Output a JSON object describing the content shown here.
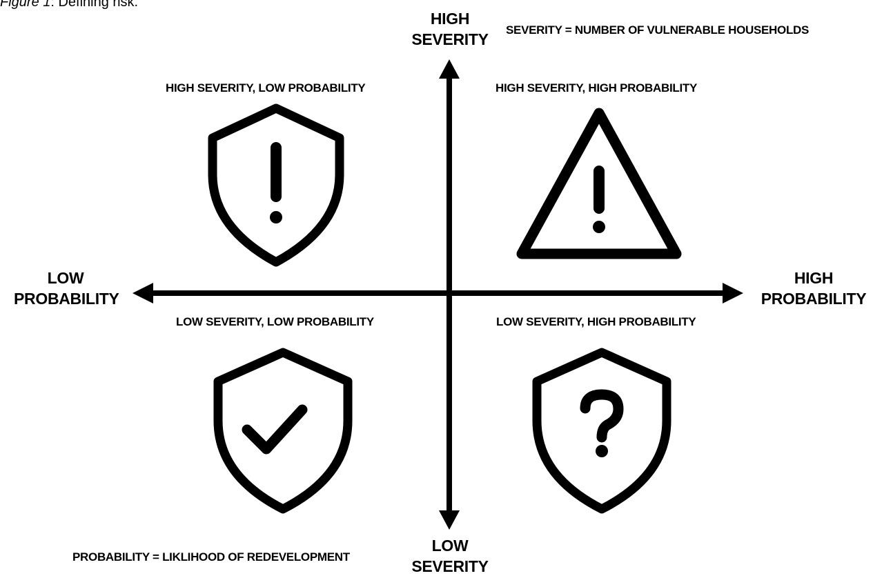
{
  "caption": {
    "prefix": "Figure 1",
    "text": ": Defining risk."
  },
  "axes": {
    "top": [
      "HIGH",
      "SEVERITY"
    ],
    "bottom": [
      "LOW",
      "SEVERITY"
    ],
    "left": [
      "LOW",
      "PROBABILITY"
    ],
    "right": [
      "HIGH",
      "PROBABILITY"
    ]
  },
  "definitions": {
    "severity": "SEVERITY = NUMBER OF VULNERABLE HOUSEHOLDS",
    "probability": "PROBABILITY = LIKLIHOOD OF REDEVELOPMENT"
  },
  "quadrants": {
    "top_left": {
      "label": "HIGH SEVERITY, LOW PROBABILITY",
      "icon": "shield-exclamation-icon"
    },
    "top_right": {
      "label": "HIGH SEVERITY, HIGH PROBABILITY",
      "icon": "warning-triangle-icon"
    },
    "bottom_left": {
      "label": "LOW SEVERITY, LOW PROBABILITY",
      "icon": "shield-check-icon"
    },
    "bottom_right": {
      "label": "LOW SEVERITY, HIGH PROBABILITY",
      "icon": "shield-question-icon"
    }
  }
}
